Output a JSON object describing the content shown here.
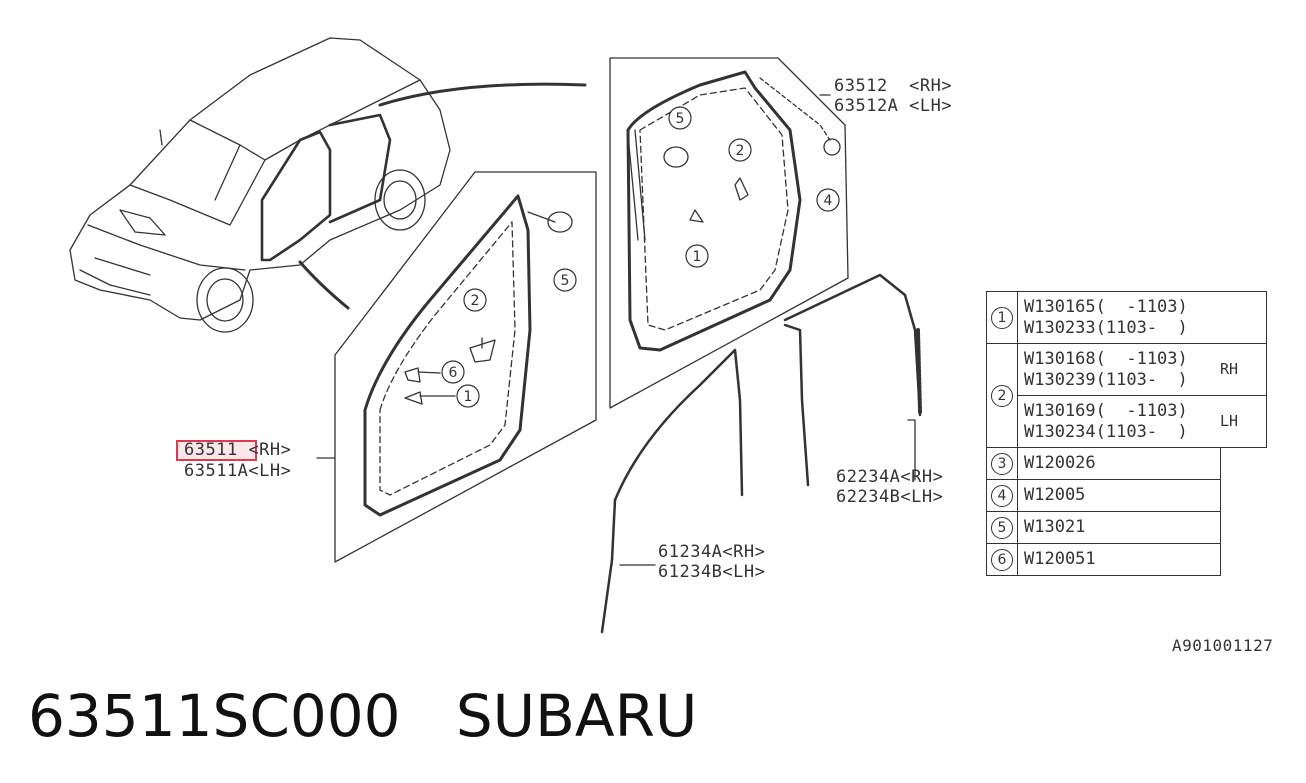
{
  "callouts": {
    "front_seal": {
      "part": "63511",
      "rh": "<RH>",
      "variant": "63511A",
      "lh": "<LH>"
    },
    "rear_seal": {
      "line1": "63512  <RH>",
      "line2": "63512A <LH>"
    },
    "rear_weatherstrip": {
      "line1": "62234A<RH>",
      "line2": "62234B<LH>"
    },
    "front_weatherstrip": {
      "line1": "61234A<RH>",
      "line2": "61234B<LH>"
    }
  },
  "circle_numbers": [
    "1",
    "2",
    "3",
    "4",
    "5",
    "6"
  ],
  "parts_table": {
    "rows": [
      {
        "num": "1",
        "lines": [
          "W130165(  -1103)",
          "W130233(1103-  )"
        ],
        "side": ""
      },
      {
        "num": "2",
        "lines": [
          "W130168(  -1103)",
          "W130239(1103-  )"
        ],
        "side": "RH"
      },
      {
        "num": "",
        "lines": [
          "W130169(  -1103)",
          "W130234(1103-  )"
        ],
        "side": "LH"
      },
      {
        "num": "3",
        "lines": [
          "W120026"
        ],
        "side": ""
      },
      {
        "num": "4",
        "lines": [
          "W12005"
        ],
        "side": ""
      },
      {
        "num": "5",
        "lines": [
          "W13021"
        ],
        "side": ""
      },
      {
        "num": "6",
        "lines": [
          "W120051"
        ],
        "side": ""
      }
    ]
  },
  "reference_code": "A901001127",
  "footer": {
    "part_number": "63511SC000",
    "brand": "SUBARU"
  },
  "colors": {
    "line": "#333333",
    "highlight": "#e0394b"
  }
}
